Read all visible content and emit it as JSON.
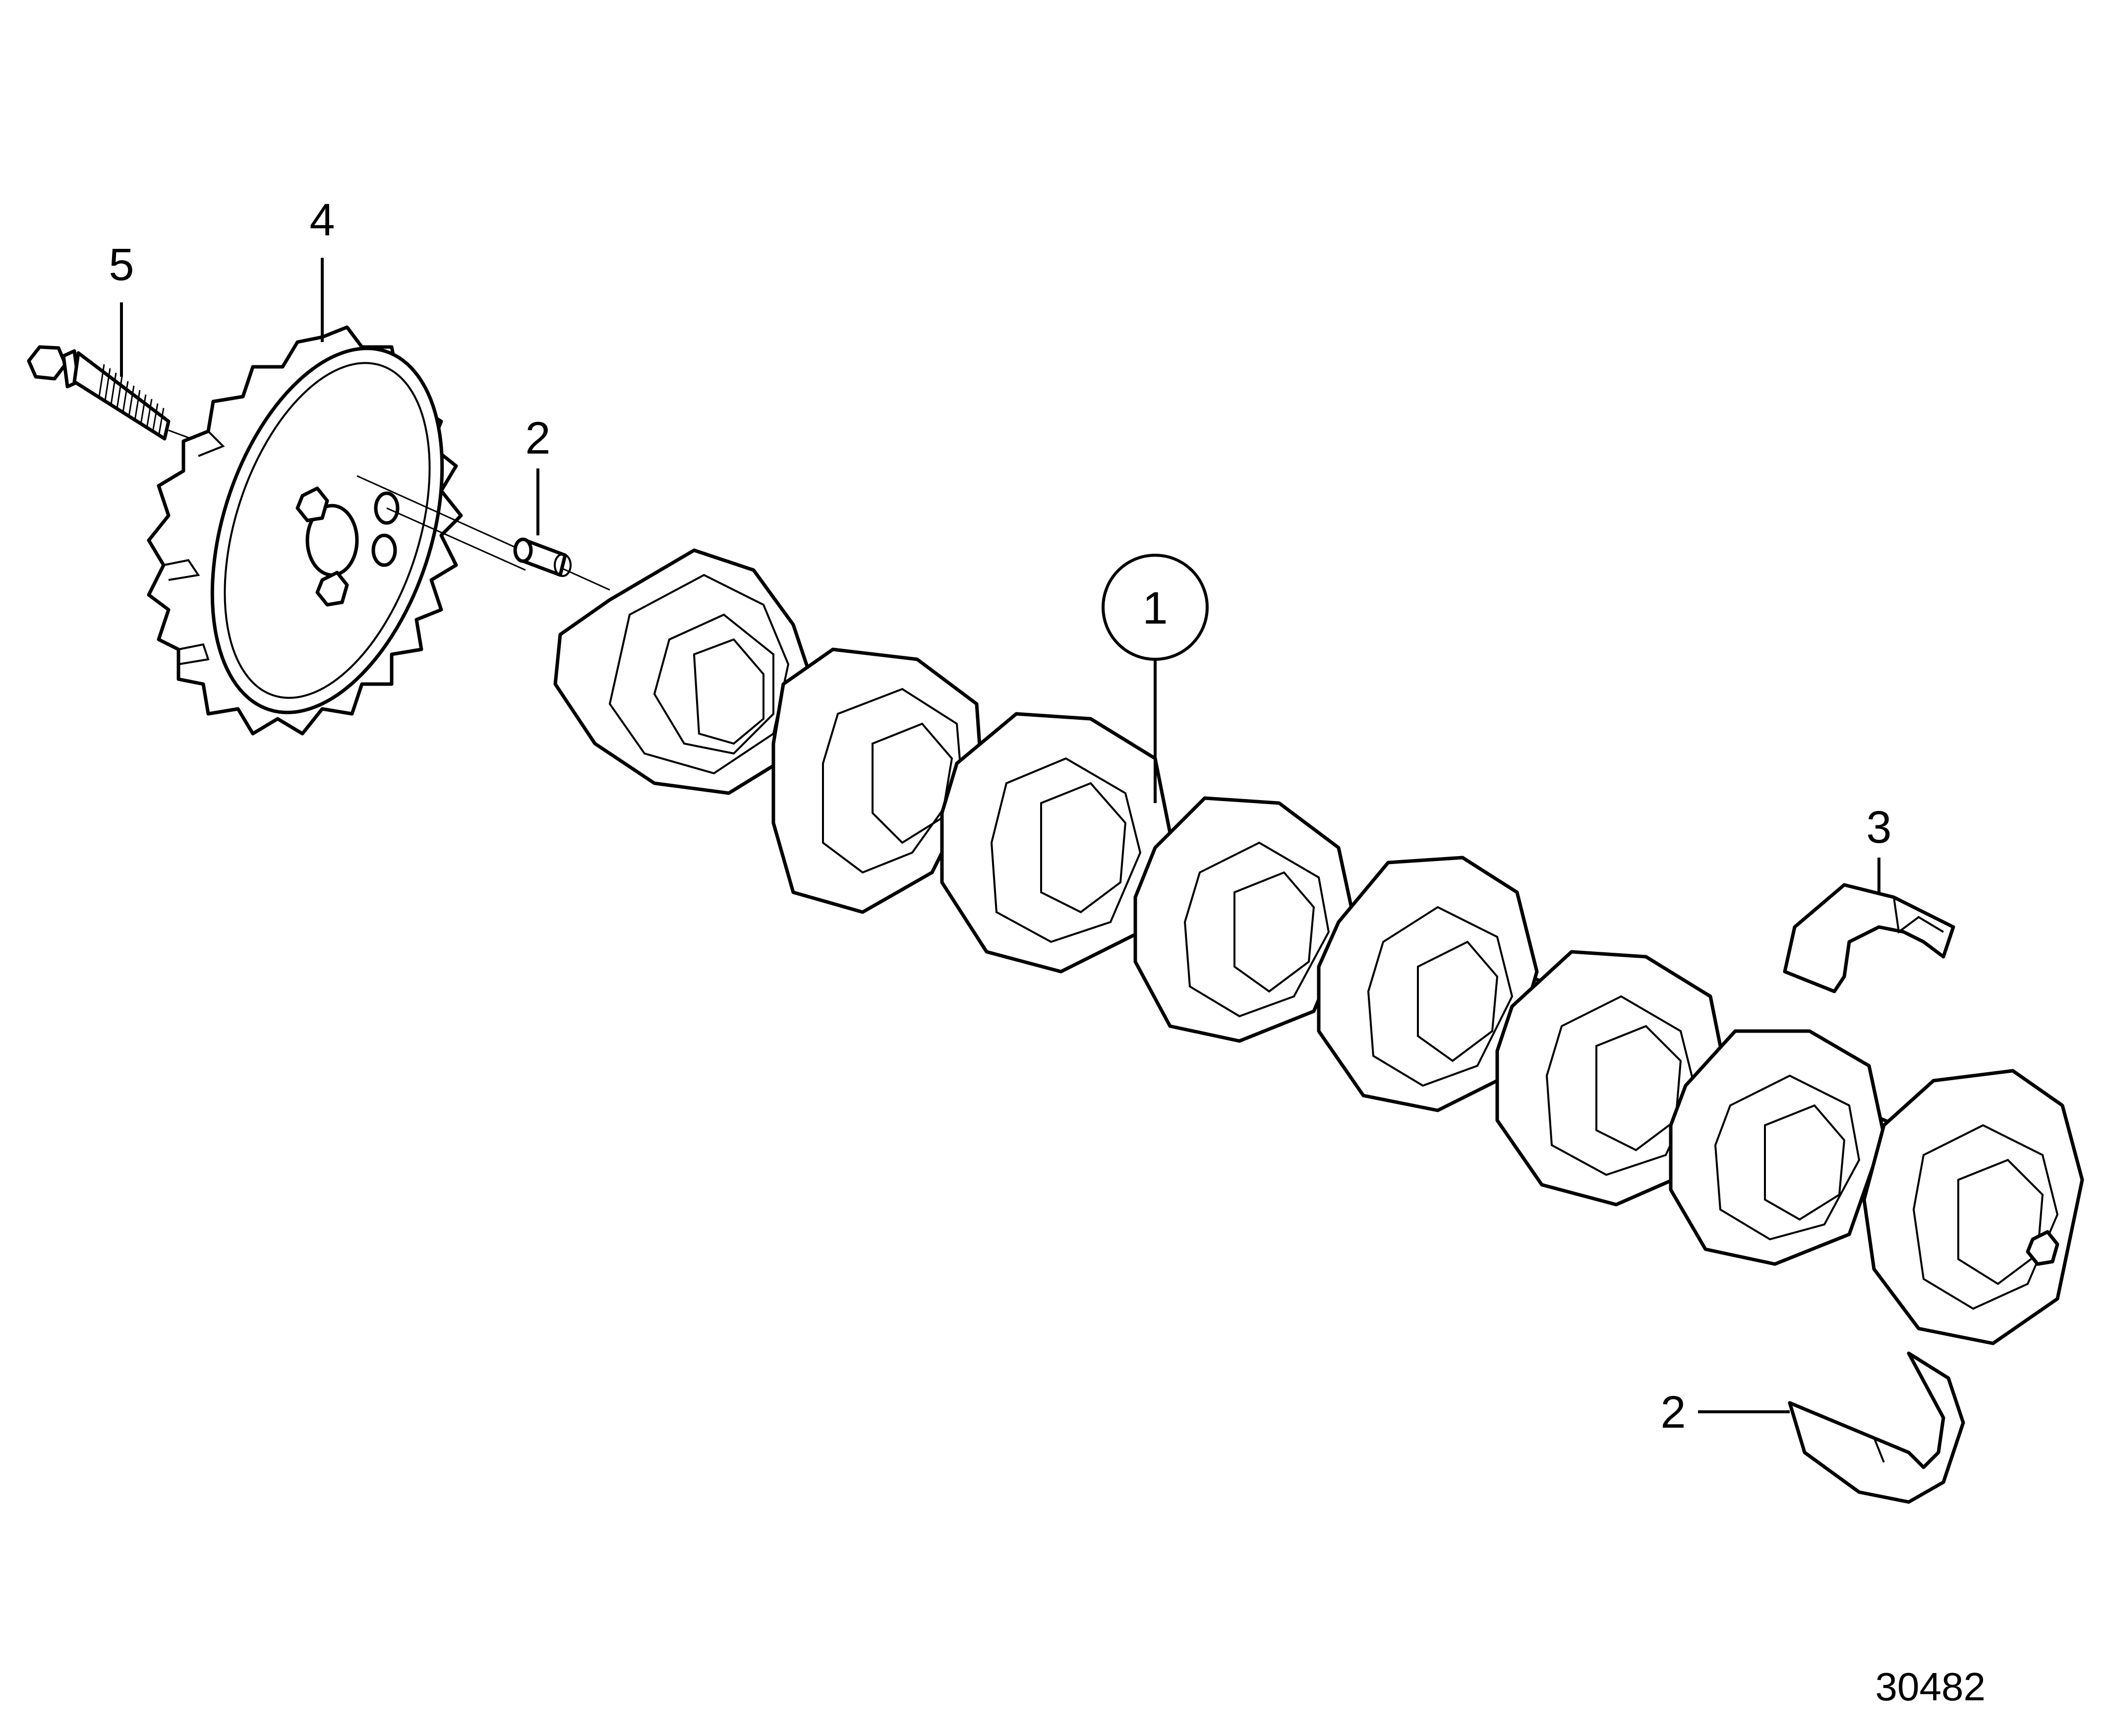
{
  "callouts": {
    "camshaft": "1",
    "dowel_pin": "2",
    "bearing_lower": "2",
    "bearing_upper": "3",
    "gear": "4",
    "bolt": "5"
  },
  "figure_number": "30482"
}
